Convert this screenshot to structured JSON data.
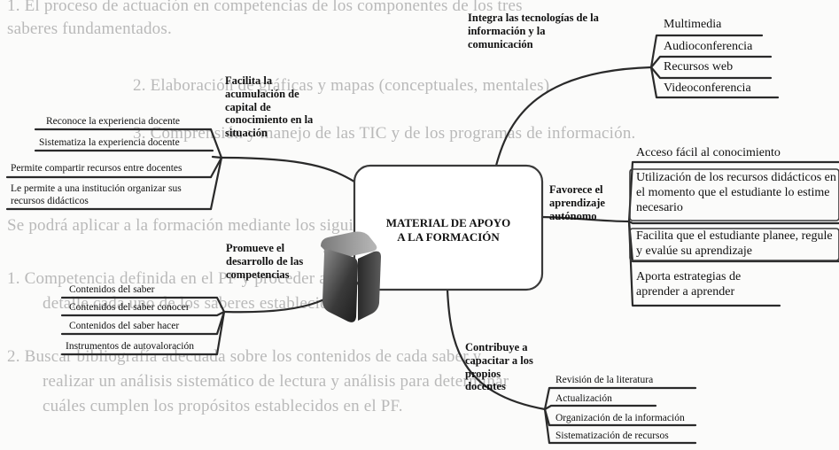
{
  "background_text": [
    "1.   El proceso de actuación en competencias de los componentes de los tres",
    "saberes fundamentados.",
    "2.   Elaboración de gráficas y mapas (conceptuales, mentales).",
    "3.   Comprensión y manejo de las TIC y de los programas de información.",
    "Se podrá aplicar a la formación mediante los siguientes pasos:",
    "1.   Competencia definida en el PF y proceder a desarrollar en",
    "detalle cada uno de los saberes establecidos.",
    "2.   Buscar bibliografía adecuada sobre los contenidos de cada saber y",
    "realizar un análisis sistemático de lectura y análisis para determinar",
    "cuáles cumplen los propósitos establecidos en el PF."
  ],
  "center": {
    "title": "MATERIAL DE APOYO A LA FORMACIÓN"
  },
  "branches": {
    "facilita": {
      "title": "Facilita la acumulación de capital de conocimiento en la situación",
      "items": [
        "Reconoce la experiencia docente",
        "Sistematiza la experiencia docente",
        "Permite compartir recursos entre docentes",
        "Le permite a una institución organizar sus recursos didácticos"
      ]
    },
    "integra": {
      "title": "Integra las tecnologías de la información y la comunicación",
      "items": [
        "Multimedia",
        "Audioconferencia",
        "Recursos web",
        "Videoconferencia"
      ]
    },
    "favorece": {
      "title": "Favorece el aprendizaje autónomo",
      "items": [
        "Acceso fácil al conocimiento",
        "Utilización de los recursos didácticos en el momento que el estudiante lo estime necesario",
        "Facilita que el estudiante planee, regule y evalúe su aprendizaje",
        "Aporta estrategias de aprender a aprender"
      ]
    },
    "promueve": {
      "title": "Promueve el desarrollo de las competencias",
      "items": [
        "Contenidos del saber",
        "Contenidos del saber conocer",
        "Contenidos del saber hacer",
        "Instrumentos de autovaloración"
      ]
    },
    "contribuye": {
      "title": "Contribuye a capacitar a los propios docentes",
      "items": [
        "Revisión de la literatura",
        "Actualización",
        "Organización de la información",
        "Sistematización de recursos"
      ]
    }
  },
  "colors": {
    "line": "#2a2a2a",
    "box_border": "#3a3a3a",
    "cube_dark": "#2b2b2b",
    "cube_light": "#9a9a9a",
    "ghost_text": "#b9b9b9"
  }
}
